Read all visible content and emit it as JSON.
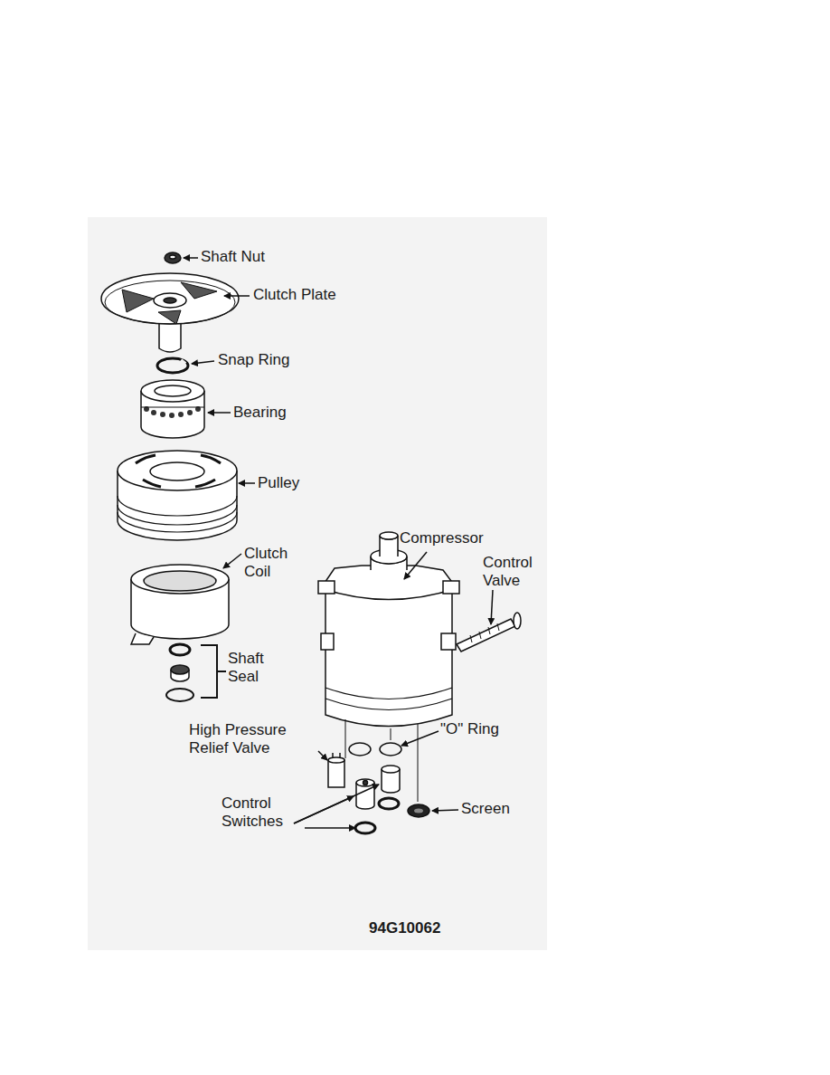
{
  "diagram": {
    "labels": [
      "Shaft Nut",
      "Clutch Plate",
      "Snap Ring",
      "Bearing",
      "Pulley",
      "Clutch Coil",
      "Shaft Seal",
      "Compressor",
      "Control Valve",
      "High Pressure Relief Valve",
      "\"O\" Ring",
      "Control Switches",
      "Screen",
      "94G10062"
    ]
  }
}
